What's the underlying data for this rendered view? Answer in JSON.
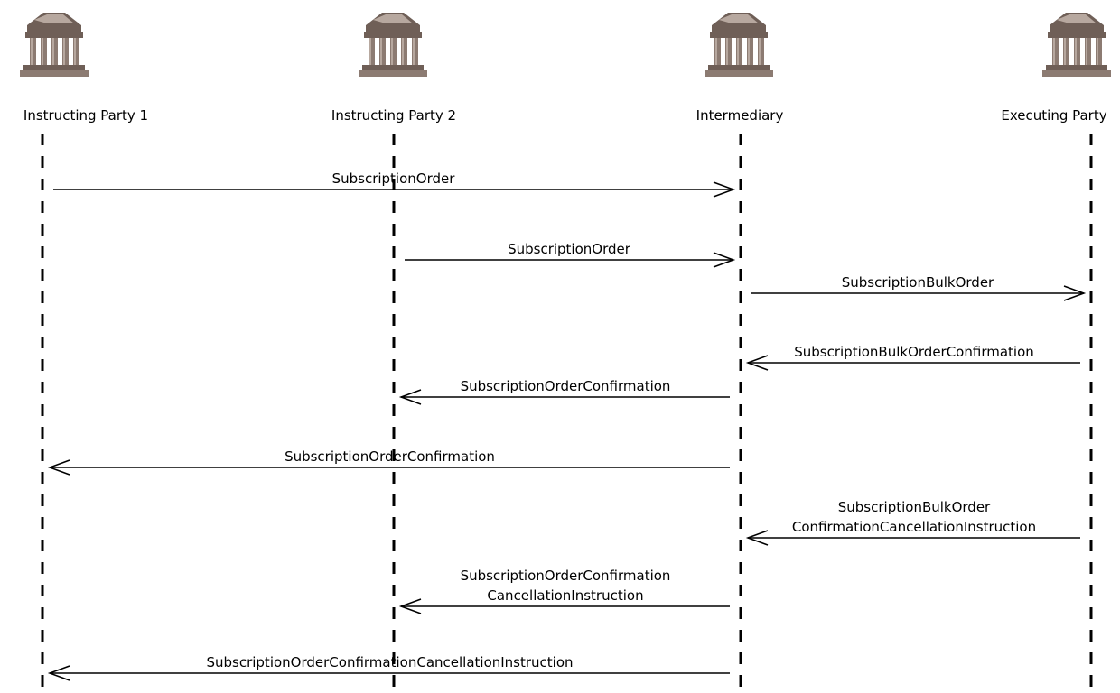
{
  "diagram": {
    "parties": [
      {
        "id": "ip1",
        "label": "Instructing Party 1",
        "icon": "bank-building-icon"
      },
      {
        "id": "ip2",
        "label": "Instructing Party 2",
        "icon": "bank-building-icon"
      },
      {
        "id": "int",
        "label": "Intermediary",
        "icon": "bank-building-icon"
      },
      {
        "id": "ep",
        "label": "Executing Party",
        "icon": "bank-building-icon"
      }
    ],
    "messages": [
      {
        "from": "ip1",
        "to": "int",
        "lines": [
          "SubscriptionOrder"
        ]
      },
      {
        "from": "ip2",
        "to": "int",
        "lines": [
          "SubscriptionOrder"
        ]
      },
      {
        "from": "int",
        "to": "ep",
        "lines": [
          "SubscriptionBulkOrder"
        ]
      },
      {
        "from": "ep",
        "to": "int",
        "lines": [
          "SubscriptionBulkOrderConfirmation"
        ]
      },
      {
        "from": "int",
        "to": "ip2",
        "lines": [
          "SubscriptionOrderConfirmation"
        ]
      },
      {
        "from": "int",
        "to": "ip1",
        "lines": [
          "SubscriptionOrderConfirmation"
        ]
      },
      {
        "from": "ep",
        "to": "int",
        "lines": [
          "SubscriptionBulkOrder",
          "ConfirmationCancellationInstruction"
        ]
      },
      {
        "from": "int",
        "to": "ip2",
        "lines": [
          "SubscriptionOrderConfirmation",
          "CancellationInstruction"
        ]
      },
      {
        "from": "int",
        "to": "ip1",
        "lines": [
          "SubscriptionOrderConfirmationCancellationInstruction"
        ]
      }
    ],
    "colors": {
      "icon_dark": "#6f5f57",
      "icon_mid": "#8c7b72",
      "icon_light": "#b7a89f",
      "line": "#000000"
    }
  }
}
